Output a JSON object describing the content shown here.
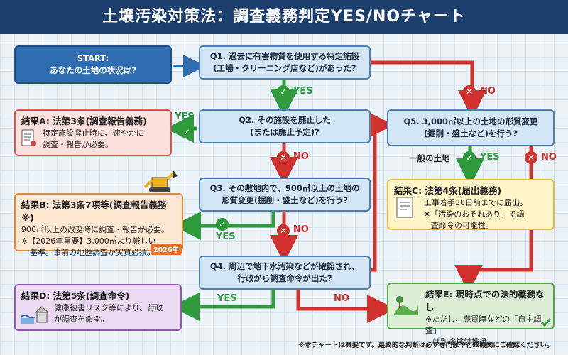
{
  "header": {
    "title": "土壌汚染対策法：調査義務判定YES/NOチャート"
  },
  "start": {
    "line1": "START:",
    "line2": "あなたの土地の状況は?"
  },
  "q1": {
    "line1": "Q1. 過去に有害物質を使用する特定施設",
    "line2": "(工場・クリーニング店など)があった?"
  },
  "q2": {
    "line1": "Q2. その施設を廃止した",
    "line2": "(または廃止予定)?"
  },
  "q3": {
    "line1": "Q3. その敷地内で、900㎡以上の土地の",
    "line2": "形質変更(掘削・盛土など)を行う?"
  },
  "q4": {
    "line1": "Q4. 周辺で地下水汚染などが確認され、",
    "line2": "行政から調査命令が出た?"
  },
  "q5": {
    "line1": "Q5. 3,000㎡以上の土地の形質変更",
    "line2": "(掘削・盛土など)を行う?"
  },
  "resultA": {
    "title": "結果A: 法第3条(調査報告義務)",
    "body1": "特定施設廃止時に、速やかに",
    "body2": "調査・報告が必要。"
  },
  "resultB": {
    "title": "結果B: 法第3条7項等(調査報告義務※)",
    "body1": "900㎡以上の改変時に調査・報告が必要。",
    "body2": "※【2026年重要】3,000㎡より厳しい",
    "body3": "基準。事前の地歴調査が実質必須。",
    "badge": "2026年"
  },
  "resultC": {
    "title": "結果C: 法第4条(届出義務)",
    "body1": "工事着手30日前までに届出。",
    "body2": "※「汚染のおそれあり」で調",
    "body3": "査命令の可能性。"
  },
  "resultD": {
    "title": "結果D: 法第5条(調査命令)",
    "body1": "健康被害リスク等により、行政",
    "body2": "が調査を命令。"
  },
  "resultE": {
    "title": "結果E: 現時点での法的義務なし",
    "body1": "※ただし、売買時などの「自主調査」",
    "body2": "は別途検討推奨。"
  },
  "labels": {
    "yes": "YES",
    "no": "NO",
    "general_land": "一般の土地"
  },
  "footnote": "※本チャートは概要です。最終的な判断は必ず専門家や行政機関にご確認ください。",
  "colors": {
    "yes": "#2e9a3c",
    "no": "#d0312d",
    "header": "#1d3f6e"
  }
}
